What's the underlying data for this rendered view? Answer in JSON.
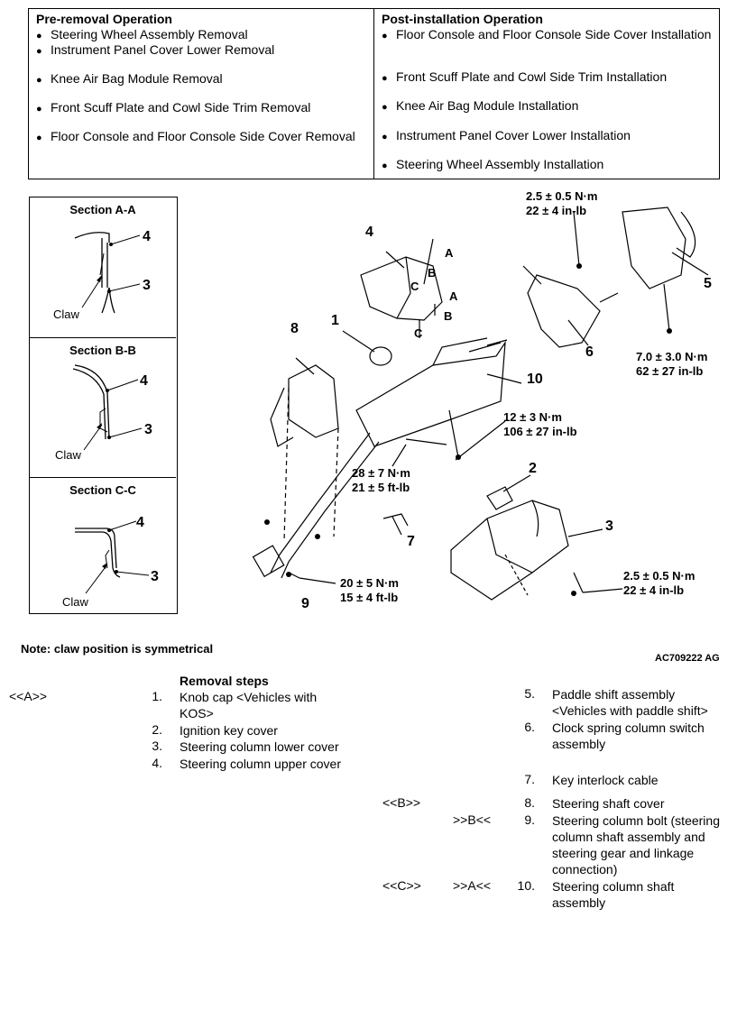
{
  "pre_removal": {
    "title": "Pre-removal Operation",
    "items": [
      "Steering Wheel Assembly Removal",
      "Instrument Panel Cover Lower Removal",
      "Knee Air Bag Module Removal",
      "Front Scuff Plate and Cowl Side Trim Removal",
      "Floor Console and Floor Console Side Cover Removal"
    ]
  },
  "post_installation": {
    "title": "Post-installation Operation",
    "items": [
      "Floor Console and Floor Console Side Cover Installation",
      "Front Scuff Plate and Cowl Side Trim Installation",
      "Knee Air Bag Module Installation",
      "Instrument Panel Cover Lower Installation",
      "Steering Wheel Assembly Installation"
    ]
  },
  "sections": [
    {
      "title": "Section A-A",
      "upper": "4",
      "lower": "3",
      "claw": "Claw"
    },
    {
      "title": "Section B-B",
      "upper": "4",
      "lower": "3",
      "claw": "Claw"
    },
    {
      "title": "Section C-C",
      "upper": "4",
      "lower": "3",
      "claw": "Claw"
    }
  ],
  "diagram": {
    "callouts": [
      "1",
      "2",
      "3",
      "4",
      "5",
      "6",
      "7",
      "8",
      "9",
      "10"
    ],
    "section_marks": [
      "A",
      "A",
      "B",
      "B",
      "C",
      "C"
    ],
    "torques": [
      {
        "nm": "2.5 ± 0.5 N·m",
        "alt": "22 ± 4 in-lb"
      },
      {
        "nm": "7.0 ± 3.0 N·m",
        "alt": "62 ± 27 in-lb"
      },
      {
        "nm": "12 ± 3 N·m",
        "alt": "106 ± 27 in-lb"
      },
      {
        "nm": "28 ± 7 N·m",
        "alt": "21 ± 5 ft-lb"
      },
      {
        "nm": "20 ± 5 N·m",
        "alt": "15 ± 4 ft-lb"
      },
      {
        "nm": "2.5 ± 0.5 N·m",
        "alt": "22 ± 4 in-lb"
      }
    ]
  },
  "note": "Note: claw position is symmetrical",
  "figure_id": "AC709222 AG",
  "removal": {
    "title": "Removal steps",
    "steps": [
      {
        "num": "1.",
        "text1": "Knob cap <Vehicles with",
        "text2": "KOS>",
        "code_left": "<<A>>",
        "code_right": ""
      },
      {
        "num": "2.",
        "text1": "Ignition key cover",
        "text2": "",
        "code_left": "",
        "code_right": ""
      },
      {
        "num": "3.",
        "text1": "Steering column lower cover",
        "text2": "",
        "code_left": "",
        "code_right": ""
      },
      {
        "num": "4.",
        "text1": "Steering column upper cover",
        "text2": "",
        "code_left": "",
        "code_right": ""
      },
      {
        "num": "5.",
        "text1": "Paddle shift assembly",
        "text2": "<Vehicles with paddle shift>",
        "code_left": "",
        "code_right": ""
      },
      {
        "num": "6.",
        "text1": "Clock spring column switch",
        "text2": "assembly",
        "code_left": "",
        "code_right": ""
      },
      {
        "num": "7.",
        "text1": "Key interlock cable",
        "text2": "",
        "code_left": "",
        "code_right": ""
      },
      {
        "num": "8.",
        "text1": "Steering shaft cover",
        "text2": "",
        "code_left": "<<B>>",
        "code_right": ""
      },
      {
        "num": "9.",
        "text1": "Steering column bolt (steering",
        "text2": "column shaft assembly and",
        "text3": "steering gear and linkage",
        "text4": "connection)",
        "code_left": "",
        "code_right": ">>B<<"
      },
      {
        "num": "10.",
        "text1": "Steering column shaft",
        "text2": "assembly",
        "code_left": "<<C>>",
        "code_right": ">>A<<"
      }
    ]
  }
}
